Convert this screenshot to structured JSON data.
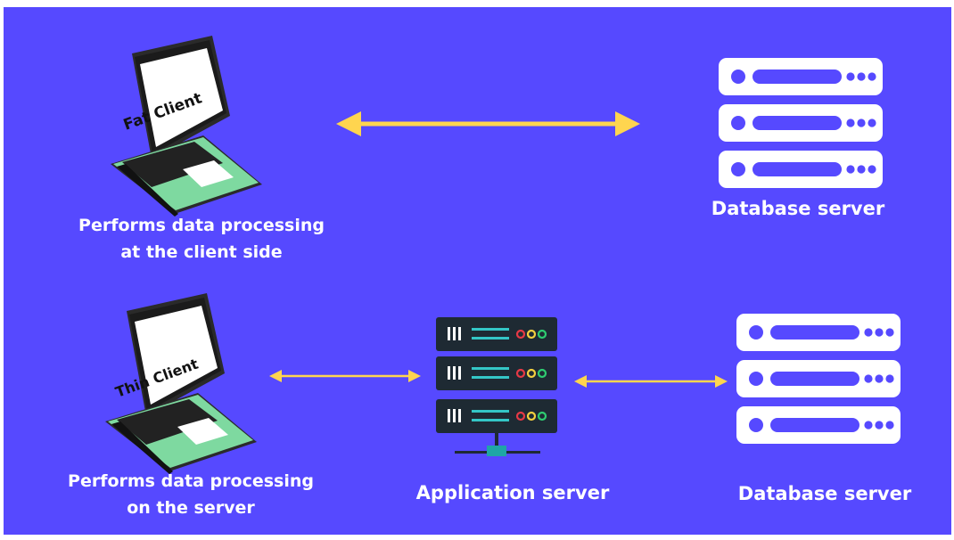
{
  "fat_client": {
    "screen_label": "Fat Client",
    "caption_line1": "Performs data processing",
    "caption_line2": "at the client side"
  },
  "thin_client": {
    "screen_label": "Thin Client",
    "caption_line1": "Performs data processing",
    "caption_line2": "on the server"
  },
  "database_server_top": {
    "label": "Database server"
  },
  "application_server": {
    "label": "Application server"
  },
  "database_server_bottom": {
    "label": "Database server"
  },
  "colors": {
    "background": "#5649ff",
    "arrow": "#ffd54f",
    "laptop_green": "#7ed9a0",
    "server_white": "#ffffff",
    "app_server_dark": "#1e2a33",
    "app_server_line": "#34c6c6",
    "led_red": "#e63946",
    "led_yellow": "#f4d03f",
    "led_green": "#2ecc71"
  }
}
